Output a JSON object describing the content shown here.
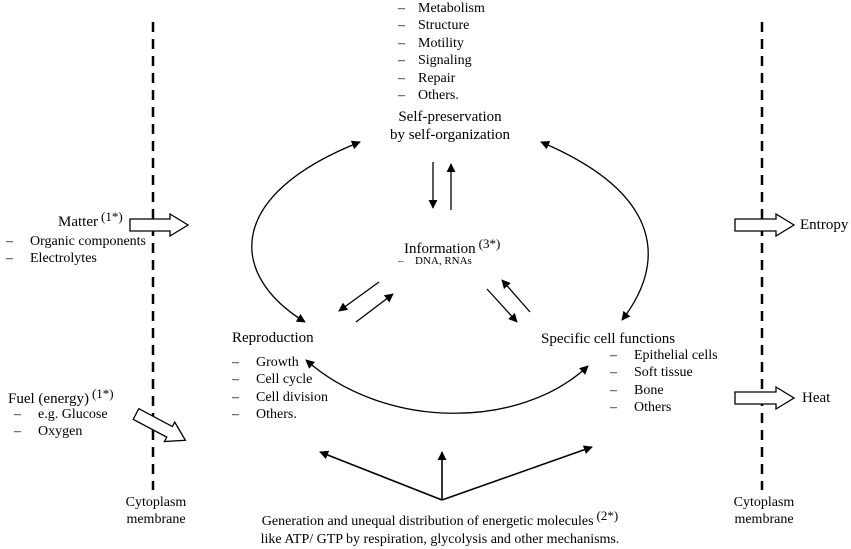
{
  "self_preservation": {
    "items": [
      "Metabolism",
      "Structure",
      "Motility",
      "Signaling",
      "Repair",
      "Others."
    ],
    "title_line1": "Self-preservation",
    "title_line2": "by self-organization"
  },
  "matter": {
    "label": "Matter",
    "note": "(1*)",
    "items": [
      "Organic components",
      "Electrolytes"
    ]
  },
  "fuel": {
    "label": "Fuel (energy)",
    "note": "(1*)",
    "items": [
      "e.g. Glucose",
      "Oxygen"
    ]
  },
  "information": {
    "label": "Information",
    "note": "(3*)",
    "items": [
      "DNA, RNAs"
    ]
  },
  "reproduction": {
    "title": "Reproduction",
    "items": [
      "Growth",
      "Cell cycle",
      "Cell division",
      "Others."
    ]
  },
  "specific_functions": {
    "title": "Specific cell functions",
    "items": [
      "Epithelial cells",
      "Soft tissue",
      "Bone",
      "Others"
    ]
  },
  "outputs": {
    "entropy": "Entropy",
    "heat": "Heat"
  },
  "membrane_left": {
    "line1": "Cytoplasm",
    "line2": "membrane"
  },
  "membrane_right": {
    "line1": "Cytoplasm",
    "line2": "membrane"
  },
  "energy": {
    "line1": "Generation and unequal distribution  of energetic molecules",
    "note": "(2*)",
    "line2": "like ATP/ GTP by respiration, glycolysis and other mechanisms."
  }
}
